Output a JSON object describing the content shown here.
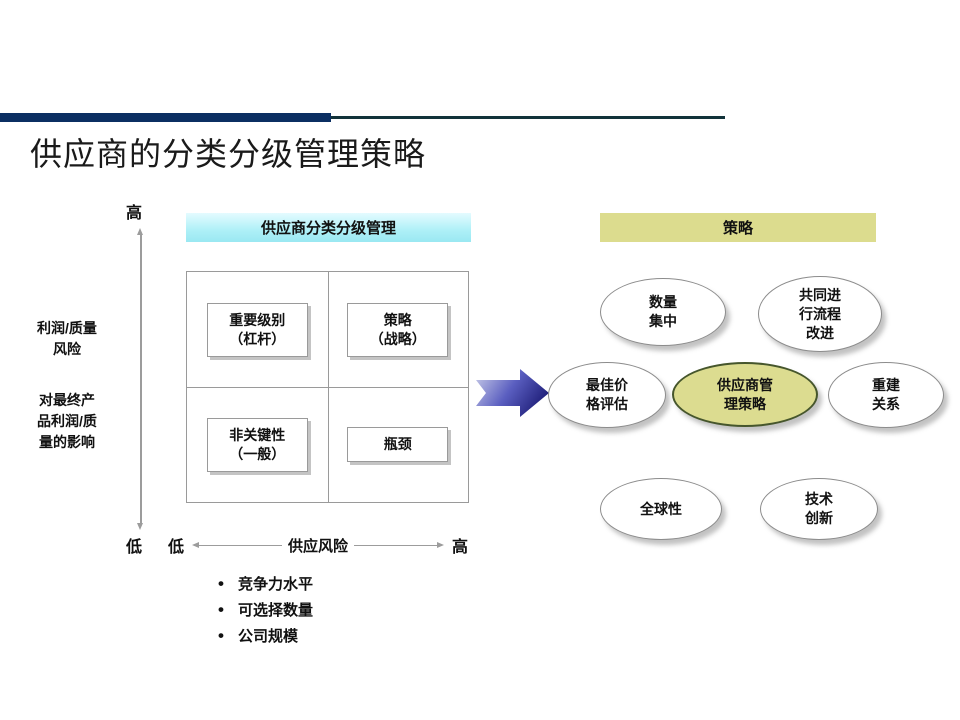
{
  "slide": {
    "title": "供应商的分类分级管理策略",
    "accent_dark": "#0b2f62",
    "accent_line": "#12333a"
  },
  "left_panel": {
    "header": "供应商分类分级管理",
    "header_color": "#aef0f7",
    "matrix": {
      "quadrants": [
        {
          "position": "top-left",
          "label": "重要级别\n（杠杆）"
        },
        {
          "position": "top-right",
          "label": "策略\n（战略）"
        },
        {
          "position": "bottom-left",
          "label": "非关键性\n（一般）"
        },
        {
          "position": "bottom-right",
          "label": "瓶颈"
        }
      ],
      "q_tl_line1": "重要级别",
      "q_tl_line2": "（杠杆）",
      "q_tr_line1": "策略",
      "q_tr_line2": "（战略）",
      "q_bl_line1": "非关键性",
      "q_bl_line2": "（一般）",
      "q_br_line1": "瓶颈"
    },
    "y_axis": {
      "high": "高",
      "low": "低",
      "label_1_line1": "利润/质量",
      "label_1_line2": "风险",
      "label_2_line1": "对最终产",
      "label_2_line2": "品利润/质",
      "label_2_line3": "量的影响"
    },
    "x_axis": {
      "low": "低",
      "title": "供应风险",
      "high": "高"
    },
    "bullets": [
      "竞争力水平",
      "可选择数量",
      "公司规模"
    ]
  },
  "arrow": {
    "icon": "right-arrow-icon",
    "gradient_from": "#c9cbe8",
    "gradient_to": "#2b2b8c"
  },
  "right_panel": {
    "header": "策略",
    "header_color": "#dcdc8e",
    "center_color": "#dcdc90",
    "center_border": "#46562c",
    "ovals": [
      {
        "id": "quantity-concentration",
        "line1": "数量",
        "line2": "集中",
        "line3": ""
      },
      {
        "id": "joint-process-improvement",
        "line1": "共同进",
        "line2": "行流程",
        "line3": "改进"
      },
      {
        "id": "best-price-evaluation",
        "line1": "最佳价",
        "line2": "格评估",
        "line3": ""
      },
      {
        "id": "supplier-management-strategy",
        "line1": "供应商管",
        "line2": "理策略",
        "line3": ""
      },
      {
        "id": "rebuild-relationship",
        "line1": "重建",
        "line2": "关系",
        "line3": ""
      },
      {
        "id": "globalization",
        "line1": "全球性",
        "line2": "",
        "line3": ""
      },
      {
        "id": "technology-innovation",
        "line1": "技术",
        "line2": "创新",
        "line3": ""
      }
    ]
  }
}
